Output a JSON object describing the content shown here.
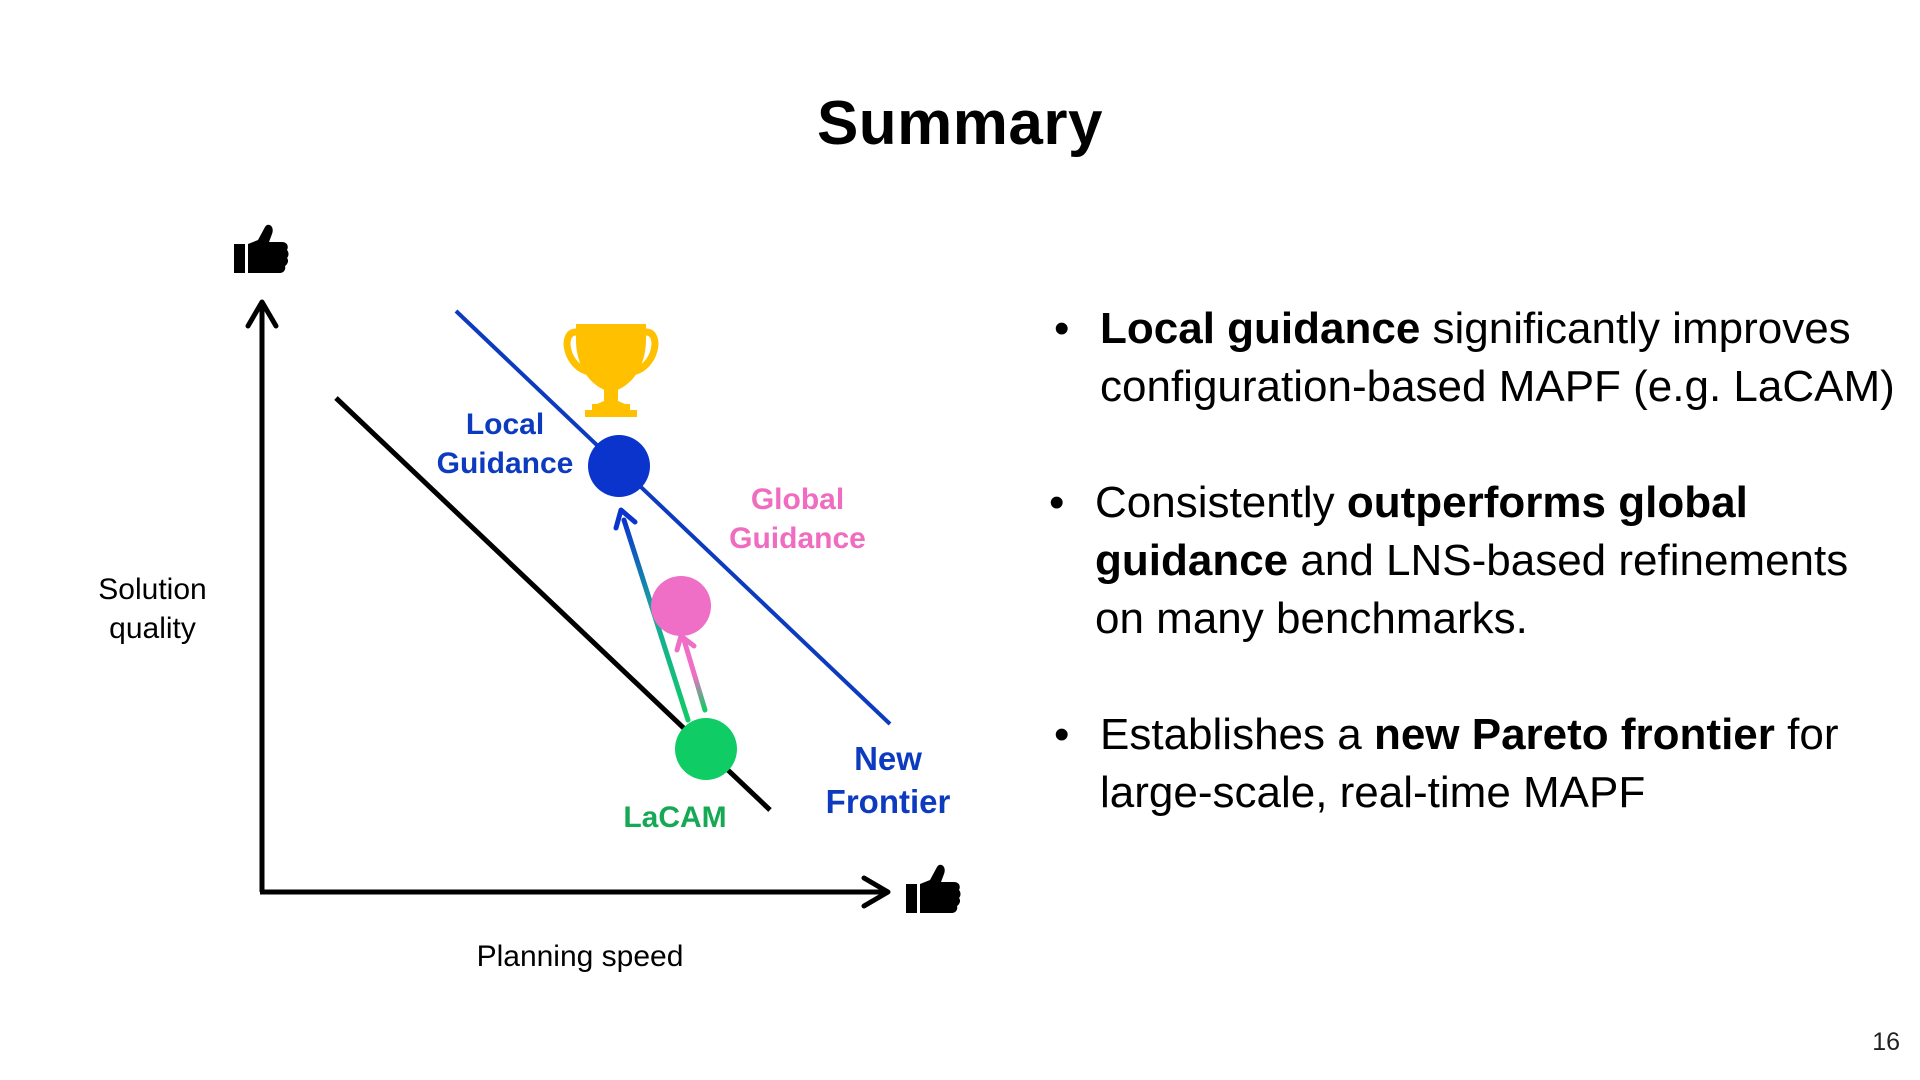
{
  "title": "Summary",
  "diagram": {
    "y_axis_label": "Solution quality",
    "x_axis_label": "Planning speed",
    "y_axis_icon": "thumbs-up-icon",
    "x_axis_icon": "thumbs-up-icon",
    "trophy_icon": "trophy-icon",
    "points": {
      "local_guidance": "Local Guidance",
      "global_guidance": "Global Guidance",
      "lacam": "LaCAM"
    },
    "frontier_label": "New Frontier",
    "colors": {
      "local_guidance": "#0a34cc",
      "global_guidance": "#f06fc6",
      "lacam": "#0fcc64",
      "new_frontier_line": "#0d3bbf",
      "old_frontier_line": "#000000",
      "trophy": "#ffc000"
    }
  },
  "bullets": [
    {
      "segments": [
        {
          "text": "Local guidance",
          "bold": true
        },
        {
          "text": " significantly improves configuration-based MAPF (e.g. LaCAM)",
          "bold": false
        }
      ]
    },
    {
      "segments": [
        {
          "text": "Consistently ",
          "bold": false
        },
        {
          "text": "outperforms global guidance",
          "bold": true
        },
        {
          "text": " and LNS-based refinements on many benchmarks.",
          "bold": false
        }
      ]
    },
    {
      "segments": [
        {
          "text": "Establishes a ",
          "bold": false
        },
        {
          "text": "new Pareto frontier",
          "bold": true
        },
        {
          "text": " for large-scale, real-time MAPF",
          "bold": false
        }
      ]
    }
  ],
  "page_number": "16"
}
